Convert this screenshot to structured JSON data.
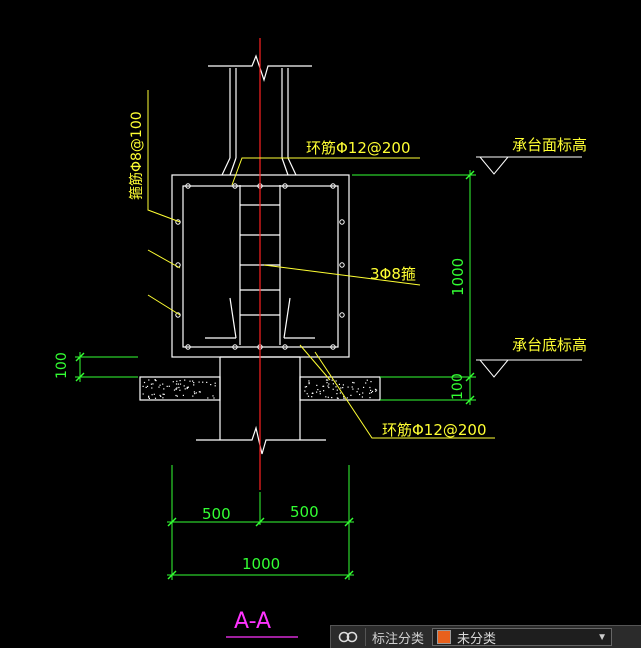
{
  "drawing": {
    "colors": {
      "outline": "#ffffff",
      "leader": "#ffff33",
      "dimension": "#33ff33",
      "centerline": "#ff2222",
      "title": "#ff33ff"
    },
    "labels": {
      "hoop_top": "环筋Φ12@200",
      "stirrup_side": "箍筋Φ8@100",
      "bars_3": "3Φ8箍",
      "cap_top_elev": "承台面标高",
      "cap_bottom_elev": "承台底标高",
      "hoop_bottom": "环筋Φ12@200"
    },
    "dimensions": {
      "left_100": "100",
      "right_100": "100",
      "height_1000": "1000",
      "half_left": "500",
      "half_right": "500",
      "total": "1000"
    },
    "section_title": "A-A"
  },
  "toolbar": {
    "icon": "annotation-link-icon",
    "label": "标注分类",
    "select_value": "未分类",
    "swatch_color": "#e8601c"
  }
}
